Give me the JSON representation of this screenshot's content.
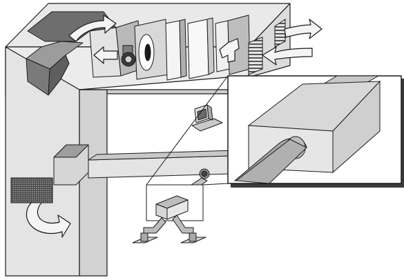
{
  "diagram": {
    "components": [
      {
        "id": "building",
        "icon": "building-cutaway"
      },
      {
        "id": "air-handling-unit",
        "icon": "air-handling-unit-icon"
      },
      {
        "id": "supply-fan",
        "icon": "fan-icon"
      },
      {
        "id": "filter-banks",
        "icon": "filter-icon"
      },
      {
        "id": "exhaust-louver",
        "icon": "louver-icon"
      },
      {
        "id": "intake-louver",
        "icon": "louver-icon"
      },
      {
        "id": "return-grille",
        "icon": "grille-icon"
      },
      {
        "id": "supply-duct",
        "icon": "duct-icon"
      },
      {
        "id": "vav-box",
        "icon": "terminal-box-icon"
      },
      {
        "id": "computer",
        "icon": "computer-icon"
      },
      {
        "id": "zoom-inset",
        "icon": "magnify-inset"
      }
    ],
    "airflow_arrows": [
      "exhaust-out",
      "outside-air-in",
      "return-to-ahu",
      "mixing",
      "fan-discharge",
      "return-grille-flow",
      "duct-turn"
    ],
    "colors": {
      "outline": "#1a1a1a",
      "wall_light": "#e8e8e8",
      "wall_mid": "#cfcfcf",
      "wall_dark": "#9a9a9a",
      "shadow": "#5a5a5a",
      "arrow_fill": "#f4f4f4",
      "grille_dark": "#6a6a6a"
    }
  }
}
